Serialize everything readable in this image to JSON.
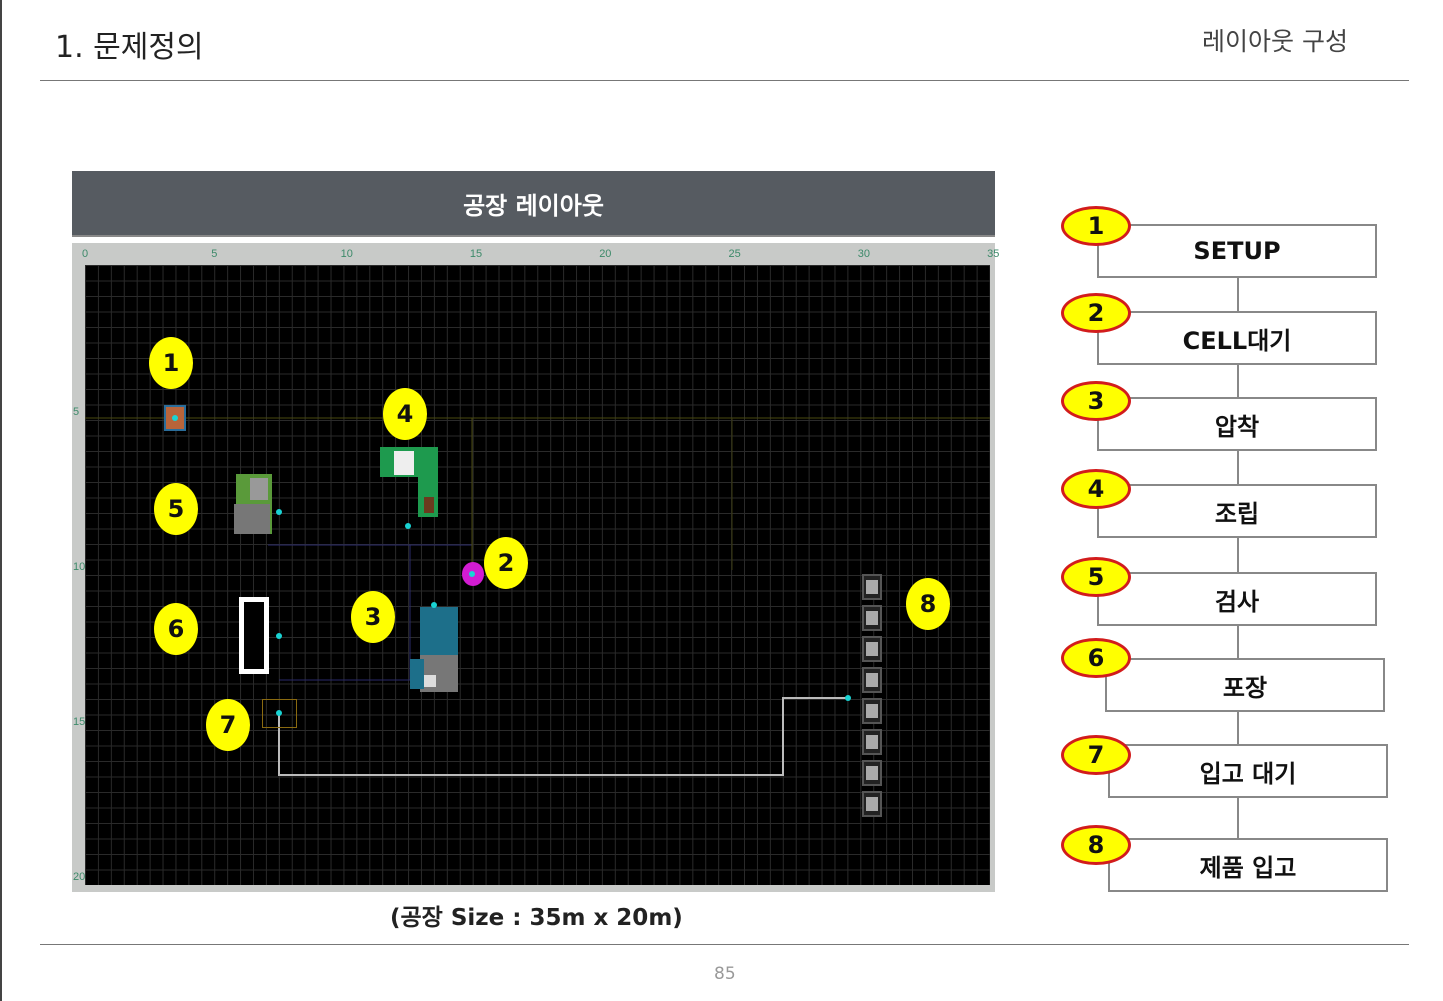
{
  "header": {
    "title": "1. 문제정의",
    "section": "레이아웃 구성"
  },
  "map": {
    "title": "공장 레이아웃",
    "x_ticks": [
      "0",
      "5",
      "10",
      "15",
      "20",
      "25",
      "30",
      "35"
    ],
    "y_ticks": [
      "5",
      "10",
      "15",
      "20"
    ],
    "caption": "(공장 Size : 35m x 20m)",
    "markers": [
      "1",
      "2",
      "3",
      "4",
      "5",
      "6",
      "7",
      "8"
    ]
  },
  "flow": {
    "steps": [
      {
        "num": "1",
        "label": "SETUP"
      },
      {
        "num": "2",
        "label": "CELL대기"
      },
      {
        "num": "3",
        "label": "압착"
      },
      {
        "num": "4",
        "label": "조립"
      },
      {
        "num": "5",
        "label": "검사"
      },
      {
        "num": "6",
        "label": "포장"
      },
      {
        "num": "7",
        "label": "입고 대기"
      },
      {
        "num": "8",
        "label": "제품 입고"
      }
    ]
  },
  "footer": {
    "page": "85"
  },
  "colors": {
    "marker": "#ffff00",
    "oval_border": "#d21c1c",
    "header_bg": "#565b61"
  }
}
